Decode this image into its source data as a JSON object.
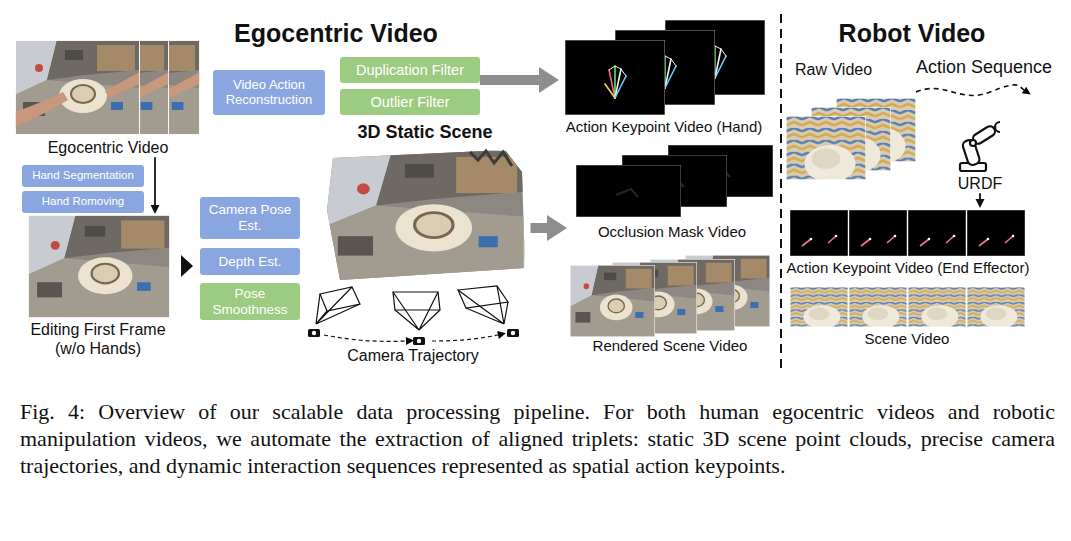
{
  "diagram": {
    "caption": "Fig. 4: Overview of our scalable data processing pipeline. For both human egocentric videos and robotic manipulation videos, we automate the extraction of aligned triplets: static 3D scene point clouds, precise camera trajectories, and dynamic interaction sequences represented as spatial action keypoints.",
    "nodes": [
      {
        "text": [
          "Egocentric Video"
        ]
      },
      {
        "text": [
          "Hand Segmentation"
        ]
      },
      {
        "text": [
          "Hand Romoving"
        ]
      },
      {
        "text": [
          "Editing First Frame (w/o Hands)"
        ]
      },
      {
        "text": [
          "Video Action Reconstruction"
        ]
      },
      {
        "text": [
          "Duplication Filter"
        ]
      },
      {
        "text": [
          "Outlier Filter"
        ]
      },
      {
        "text": [
          "Camera Pose Est."
        ]
      },
      {
        "text": [
          "Depth Est."
        ]
      },
      {
        "text": [
          "Pose Smoothness"
        ]
      },
      {
        "text": [
          "3D Static Scene"
        ]
      },
      {
        "text": [
          "Camera Trajectory"
        ]
      },
      {
        "text": [
          "Action Keypoint Video (Hand)"
        ]
      },
      {
        "text": [
          "Occlusion Mask Video"
        ]
      },
      {
        "text": [
          "Rendered Scene Video"
        ]
      },
      {
        "text": [
          "Raw Video"
        ]
      },
      {
        "text": [
          "URDF"
        ]
      },
      {
        "text": [
          "Action Keypoint Video (End Effector)"
        ]
      },
      {
        "text": [
          "Scene Video"
        ]
      }
    ],
    "edges": [
      {
        "from": 0,
        "to": 3,
        "arrow": "to"
      },
      {
        "from": 5,
        "to": 12,
        "arrow": "to"
      },
      {
        "from": 10,
        "to": 13,
        "arrow": "to"
      },
      {
        "from": 16,
        "to": 17,
        "arrow": "to"
      }
    ],
    "labels": [
      "Egocentric Video",
      "Robot Video",
      "Action Sequence"
    ]
  }
}
